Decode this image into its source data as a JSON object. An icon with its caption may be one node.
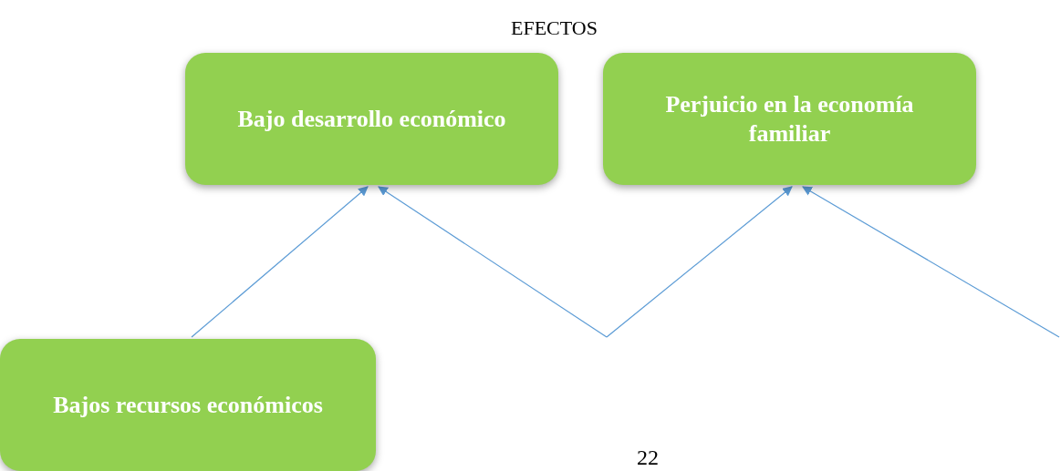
{
  "diagram": {
    "title": "EFECTOS",
    "nodes": [
      {
        "text": [
          "Bajo desarrollo económico"
        ]
      },
      {
        "text": [
          "Perjuicio en la economía familiar"
        ]
      },
      {
        "text": [
          "Bajos recursos económicos"
        ]
      }
    ],
    "edges": [
      {
        "from": 2,
        "to": 0,
        "arrow": "to"
      },
      {
        "from": null,
        "to": 0,
        "arrow": "to"
      },
      {
        "from": null,
        "to": 1,
        "arrow": "to"
      },
      {
        "from": null,
        "to": 1,
        "arrow": "to"
      }
    ],
    "labels": [
      "22"
    ]
  }
}
